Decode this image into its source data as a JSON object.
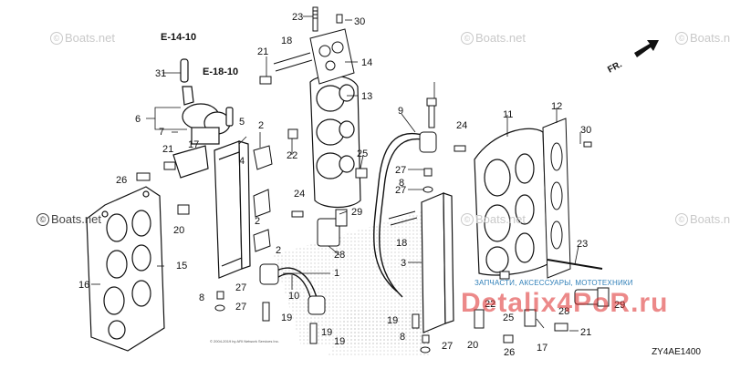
{
  "watermark": "Boats.net",
  "diagram_code": "ZY4AE1400",
  "copyright_note": "© 2004-2019 by ARI Network Services Inc.",
  "stamp": {
    "small_text": "ЗАПЧАСТИ, АКСЕССУАРЫ, МОТОТЕХНИКИ",
    "big_text": "Detalix4PoR.ru"
  },
  "refs": {
    "e14": "E-14-10",
    "e18": "E-18-10",
    "fr": "FR."
  },
  "callouts": [
    {
      "id": "23a",
      "label": "23"
    },
    {
      "id": "30a",
      "label": "30"
    },
    {
      "id": "18a",
      "label": "18"
    },
    {
      "id": "21a",
      "label": "21"
    },
    {
      "id": "14",
      "label": "14"
    },
    {
      "id": "31",
      "label": "31"
    },
    {
      "id": "13",
      "label": "13"
    },
    {
      "id": "6",
      "label": "6"
    },
    {
      "id": "7",
      "label": "7"
    },
    {
      "id": "17a",
      "label": "17"
    },
    {
      "id": "5",
      "label": "5"
    },
    {
      "id": "2a",
      "label": "2"
    },
    {
      "id": "22a",
      "label": "22"
    },
    {
      "id": "21b",
      "label": "21"
    },
    {
      "id": "4",
      "label": "4"
    },
    {
      "id": "26a",
      "label": "26"
    },
    {
      "id": "20a",
      "label": "20"
    },
    {
      "id": "24a",
      "label": "24"
    },
    {
      "id": "2b",
      "label": "2"
    },
    {
      "id": "2c",
      "label": "2"
    },
    {
      "id": "15",
      "label": "15"
    },
    {
      "id": "16",
      "label": "16"
    },
    {
      "id": "29a",
      "label": "29"
    },
    {
      "id": "28a",
      "label": "28"
    },
    {
      "id": "1",
      "label": "1"
    },
    {
      "id": "10",
      "label": "10"
    },
    {
      "id": "8a",
      "label": "8"
    },
    {
      "id": "27a",
      "label": "27"
    },
    {
      "id": "27b",
      "label": "27"
    },
    {
      "id": "19a",
      "label": "19"
    },
    {
      "id": "19b",
      "label": "19"
    },
    {
      "id": "19c",
      "label": "19"
    },
    {
      "id": "9",
      "label": "9"
    },
    {
      "id": "25",
      "label": "25"
    },
    {
      "id": "27c",
      "label": "27"
    },
    {
      "id": "8b",
      "label": "8"
    },
    {
      "id": "27d",
      "label": "27"
    },
    {
      "id": "24b",
      "label": "24"
    },
    {
      "id": "18b",
      "label": "18"
    },
    {
      "id": "3",
      "label": "3"
    },
    {
      "id": "11",
      "label": "11"
    },
    {
      "id": "12",
      "label": "12"
    },
    {
      "id": "30b",
      "label": "30"
    },
    {
      "id": "23b",
      "label": "23"
    },
    {
      "id": "22b",
      "label": "22"
    },
    {
      "id": "25b",
      "label": "25"
    },
    {
      "id": "28b",
      "label": "28"
    },
    {
      "id": "29b",
      "label": "29"
    },
    {
      "id": "21c",
      "label": "21"
    },
    {
      "id": "17b",
      "label": "17"
    },
    {
      "id": "20b",
      "label": "20"
    },
    {
      "id": "26b",
      "label": "26"
    },
    {
      "id": "8c",
      "label": "8"
    },
    {
      "id": "27e",
      "label": "27"
    },
    {
      "id": "19d",
      "label": "19"
    }
  ]
}
